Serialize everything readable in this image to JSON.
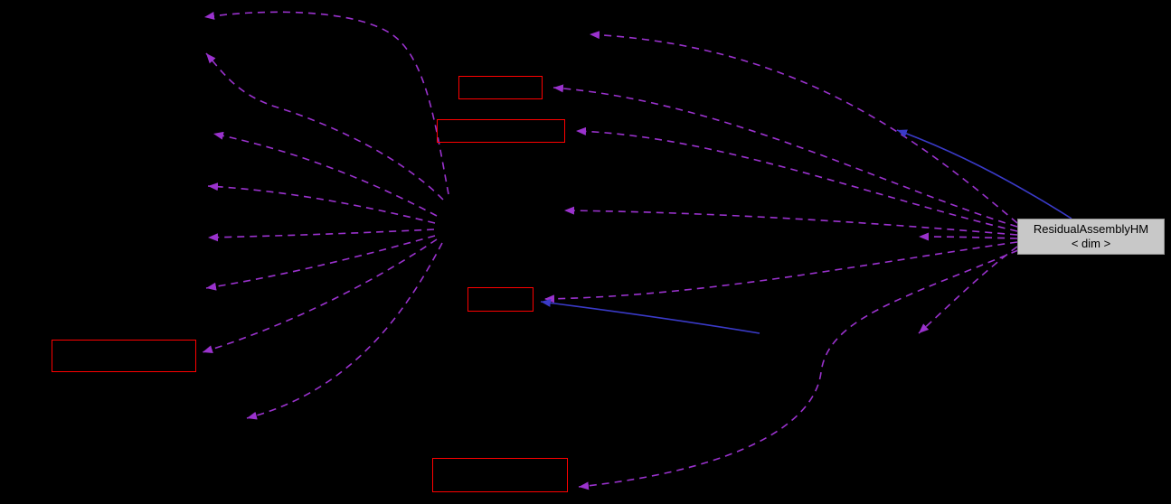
{
  "graph": {
    "kind": "collaboration-diagram",
    "main_node": {
      "label_line1": "ResidualAssemblyHM",
      "label_line2": "< dim >"
    },
    "linked_node_count": 5,
    "usage_edge_style": "dashed",
    "inheritance_edge_style": "solid"
  },
  "colors": {
    "edge-usage": "#9A32CD",
    "edge-inherit": "#3A3AC8",
    "node-link-border": "#FF0000",
    "main-node-fill": "#C8C8C8",
    "main-node-border": "#909090",
    "main-node-text": "#000000",
    "page-bg": "#000000"
  }
}
